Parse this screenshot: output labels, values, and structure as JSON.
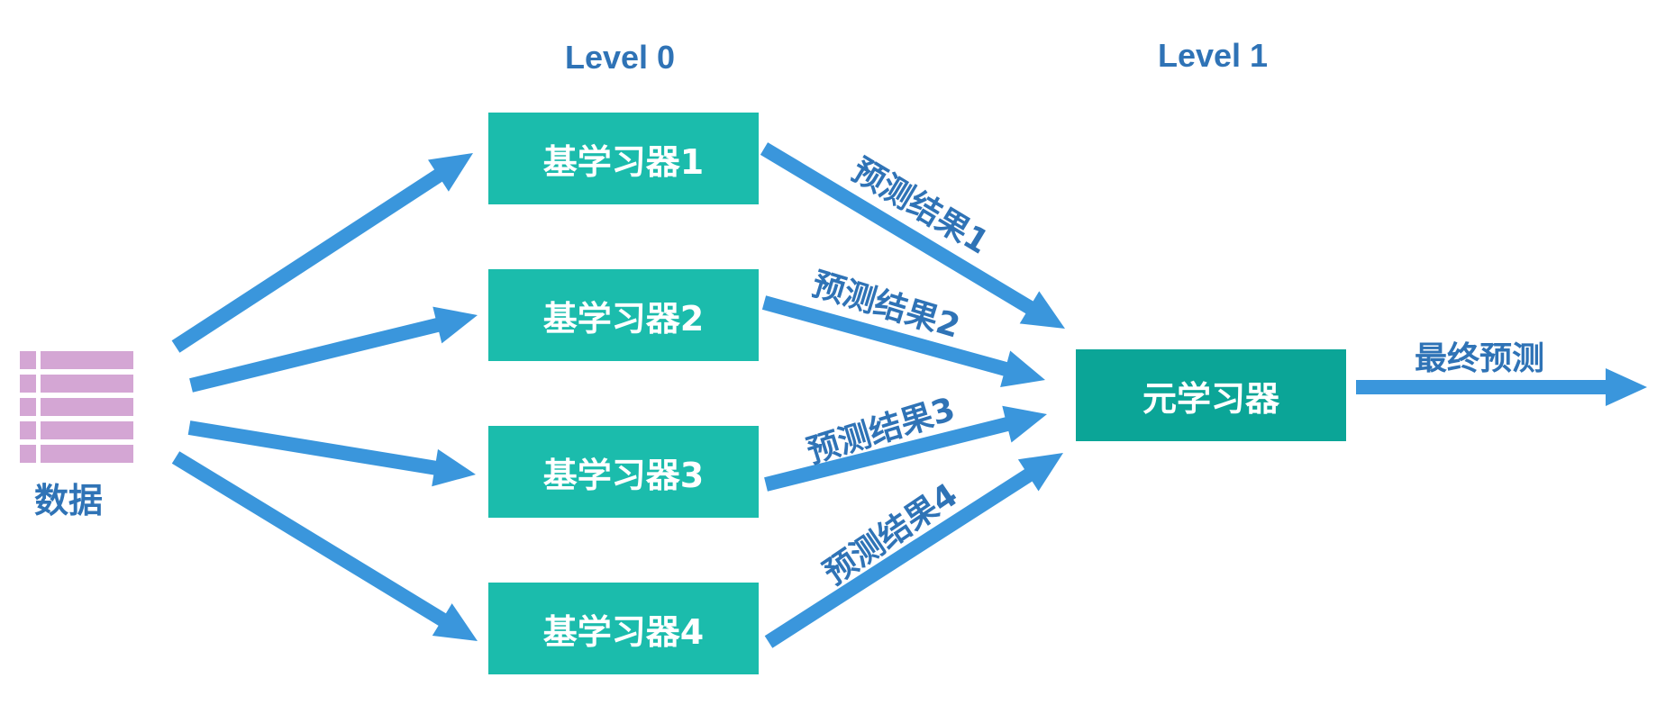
{
  "levels": {
    "level0": "Level 0",
    "level1": "Level 1"
  },
  "data_node": {
    "label": "数据",
    "icon": "data-table-icon",
    "rows": 5
  },
  "base_learners": [
    {
      "label": "基学习器1"
    },
    {
      "label": "基学习器2"
    },
    {
      "label": "基学习器3"
    },
    {
      "label": "基学习器4"
    }
  ],
  "meta_learner": {
    "label": "元学习器"
  },
  "predictions": [
    {
      "label": "预测结果1"
    },
    {
      "label": "预测结果2"
    },
    {
      "label": "预测结果3"
    },
    {
      "label": "预测结果4"
    }
  ],
  "final_output": {
    "label": "最终预测"
  },
  "colors": {
    "arrow": "#3a96dc",
    "base_box": "#1bbcac",
    "meta_box": "#0ba597",
    "text_blue": "#2f73b6",
    "data_icon": "#d4a6d4"
  }
}
